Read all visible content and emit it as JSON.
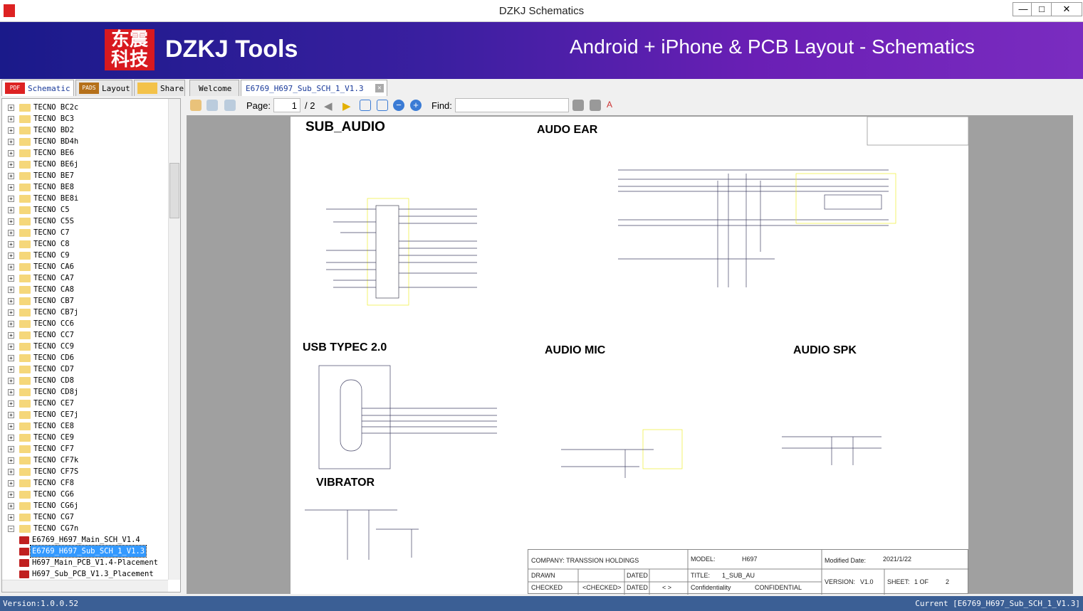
{
  "window": {
    "title": "DZKJ Schematics",
    "min": "—",
    "max": "□",
    "close": "✕"
  },
  "banner": {
    "logo": "东震科技",
    "brand": "DZKJ Tools",
    "slogan": "Android + iPhone & PCB Layout - Schematics"
  },
  "left_tabs": [
    {
      "label": "Schematic",
      "icon": "PDF"
    },
    {
      "label": "Layout",
      "icon": "PADS"
    },
    {
      "label": "Share",
      "icon": "cloud"
    }
  ],
  "doc_tabs": [
    {
      "label": "Welcome"
    },
    {
      "label": "E6769_H697_Sub_SCH_1_V1.3"
    }
  ],
  "tree": {
    "folders": [
      "TECNO BC2c",
      "TECNO BC3",
      "TECNO BD2",
      "TECNO BD4h",
      "TECNO BE6",
      "TECNO BE6j",
      "TECNO BE7",
      "TECNO BE8",
      "TECNO BE8i",
      "TECNO C5",
      "TECNO C5S",
      "TECNO C7",
      "TECNO C8",
      "TECNO C9",
      "TECNO CA6",
      "TECNO CA7",
      "TECNO CA8",
      "TECNO CB7",
      "TECNO CB7j",
      "TECNO CC6",
      "TECNO CC7",
      "TECNO CC9",
      "TECNO CD6",
      "TECNO CD7",
      "TECNO CD8",
      "TECNO CD8j",
      "TECNO CE7",
      "TECNO CE7j",
      "TECNO CE8",
      "TECNO CE9",
      "TECNO CF7",
      "TECNO CF7k",
      "TECNO CF7S",
      "TECNO CF8",
      "TECNO CG6",
      "TECNO CG6j",
      "TECNO CG7",
      "TECNO CG7n"
    ],
    "files": [
      "E6769_H697_Main_SCH_V1.4",
      "E6769_H697_Sub_SCH_1_V1.3",
      "H697_Main_PCB_V1.4-Placement",
      "H697_Sub_PCB_V1.3_Placement"
    ],
    "selected": "E6769_H697_Sub_SCH_1_V1.3"
  },
  "toolbar": {
    "page_label": "Page:",
    "page_value": "1",
    "page_total": "/ 2",
    "find_label": "Find:",
    "find_value": ""
  },
  "schematic": {
    "sections": [
      "SUB_AUDIO",
      "AUDO EAR",
      "USB TYPEC 2.0",
      "AUDIO MIC",
      "AUDIO SPK",
      "VIBRATOR"
    ],
    "title_block": {
      "company": "COMPANY: TRANSSION HOLDINGS",
      "model_label": "MODEL:",
      "model": "H697",
      "modified_label": "Modified Date:",
      "modified": "2021/1/22",
      "drawn": "DRAWN",
      "dated1": "DATED",
      "title_label": "TITLE:",
      "title": "1_SUB_AU",
      "checked": "CHECKED",
      "checked_val": "<CHECKED>",
      "dated2": "DATED",
      "dated2_val": "< >",
      "conf_label": "Confidentiality",
      "conf": "CONFIDENTIAL",
      "version_label": "VERSION:",
      "version": "V1.0",
      "sheet_label": "SHEET:",
      "sheet": "1 OF",
      "sheet_total": "2"
    }
  },
  "status": {
    "version": "Version:1.0.0.52",
    "current": "Current [E6769_H697_Sub_SCH_1_V1.3]"
  }
}
